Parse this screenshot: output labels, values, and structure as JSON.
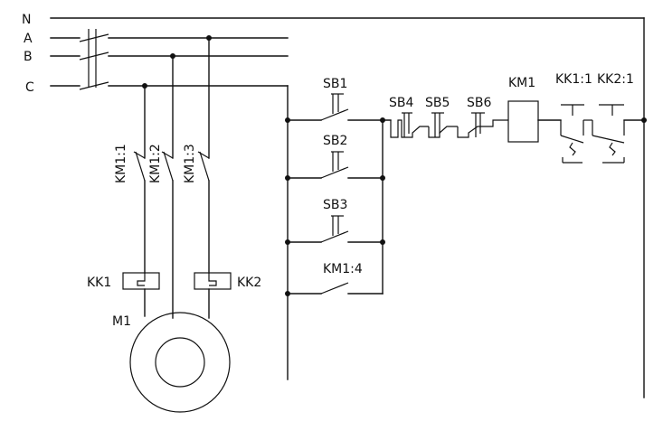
{
  "bus_labels": {
    "n": "N",
    "a": "A",
    "b": "B",
    "c": "C"
  },
  "main_contacts": {
    "km1_1": "KM1:1",
    "km1_2": "KM1:2",
    "km1_3": "KM1:3"
  },
  "overload": {
    "kk1": "KK1",
    "kk2": "KK2"
  },
  "motor": {
    "label": "M1"
  },
  "control": {
    "sb1": "SB1",
    "sb2": "SB2",
    "sb3": "SB3",
    "km1_4": "KM1:4",
    "sb4": "SB4",
    "sb5": "SB5",
    "sb6": "SB6",
    "coil": "KM1",
    "kk1_1": "KK1:1",
    "kk2_1": "KK2:1"
  }
}
